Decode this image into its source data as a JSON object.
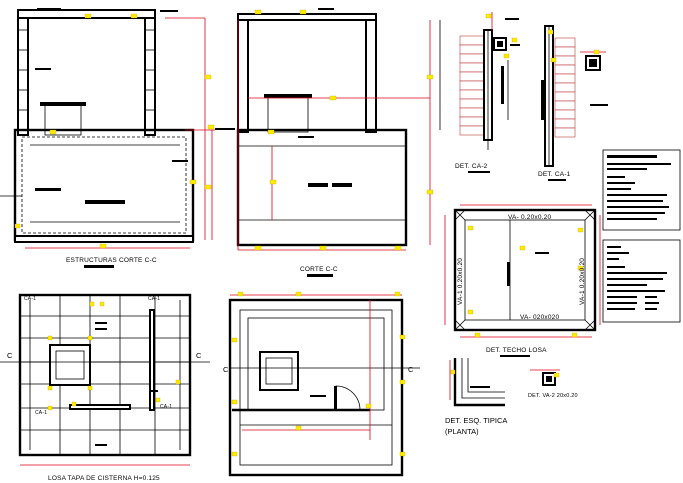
{
  "labels": {
    "estructuras": "ESTRUCTURAS CORTE C-C",
    "corte": "CORTE C-C",
    "det_ca2": "DET. CA-2",
    "det_ca1": "DET. CA-1",
    "det_techo": "DET. TECHO LOSA",
    "losa_tapa": "LOSA TAPA DE CISTERNA H=0.125",
    "det_esq_1": "DET. ESQ. TIPICA",
    "det_esq_2": "(PLANTA)",
    "det_va": "DET. VA-2 20x0.20",
    "va_top": "VA- 0.20x0.20",
    "va_bottom": "VA- 020x020",
    "va_left": "VA-1 0.20x0.20",
    "va_right": "VA-1 0.20x0.20",
    "cut_c": "C",
    "ca1_a": "CA-1",
    "ca1_b": "CA-1",
    "ca1_c": "CA-1",
    "ca1_d": "CA-1"
  },
  "colors": {
    "line": "#000000",
    "dimension": "#e0001a",
    "marker": "#ffea00",
    "brick": "#c13a3a"
  }
}
